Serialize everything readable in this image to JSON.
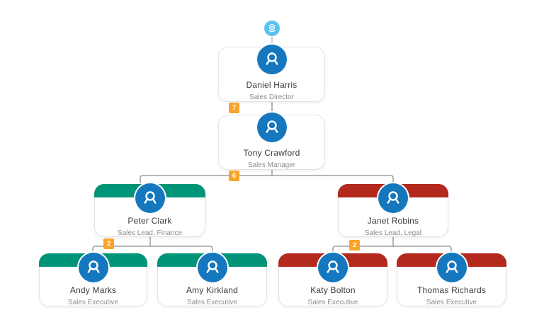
{
  "diagram": {
    "type": "org-chart",
    "nodes": [
      {
        "id": "daniel",
        "name": "Daniel Harris",
        "title": "Sales Director",
        "accent": "none",
        "reports_to": null
      },
      {
        "id": "tony",
        "name": "Tony Crawford",
        "title": "Sales Manager",
        "accent": "none",
        "reports_to": "Daniel Harris"
      },
      {
        "id": "peter",
        "name": "Peter Clark",
        "title": "Sales Lead, Finance",
        "accent": "green",
        "reports_to": "Tony Crawford"
      },
      {
        "id": "janet",
        "name": "Janet Robins",
        "title": "Sales Lead, Legal",
        "accent": "red",
        "reports_to": "Tony Crawford"
      },
      {
        "id": "andy",
        "name": "Andy Marks",
        "title": "Sales Executive",
        "accent": "green",
        "reports_to": "Peter Clark"
      },
      {
        "id": "amy",
        "name": "Amy Kirkland",
        "title": "Sales Executive",
        "accent": "green",
        "reports_to": "Peter Clark"
      },
      {
        "id": "katy",
        "name": "Katy Bolton",
        "title": "Sales Executive",
        "accent": "red",
        "reports_to": "Janet Robins"
      },
      {
        "id": "thomas",
        "name": "Thomas Richards",
        "title": "Sales Executive",
        "accent": "red",
        "reports_to": "Janet Robins"
      }
    ],
    "badges": [
      {
        "value": "7",
        "attached_below": "Daniel Harris"
      },
      {
        "value": "6",
        "attached_below": "Tony Crawford"
      },
      {
        "value": "2",
        "attached_below": "Peter Clark"
      },
      {
        "value": "2",
        "attached_below": "Janet Robins"
      }
    ],
    "icons": {
      "root": "org-root-icon",
      "member": "user-avatar-icon"
    },
    "colors": {
      "accent_green": "#009579",
      "accent_red": "#b3291e",
      "avatar_blue": "#1577be",
      "root_icon_blue": "#5bc2ee",
      "badge_orange": "#f8a42c",
      "connector_gray": "#9d9d9d",
      "name_text": "#3b3b3b",
      "title_text": "#8d8d8d"
    }
  }
}
